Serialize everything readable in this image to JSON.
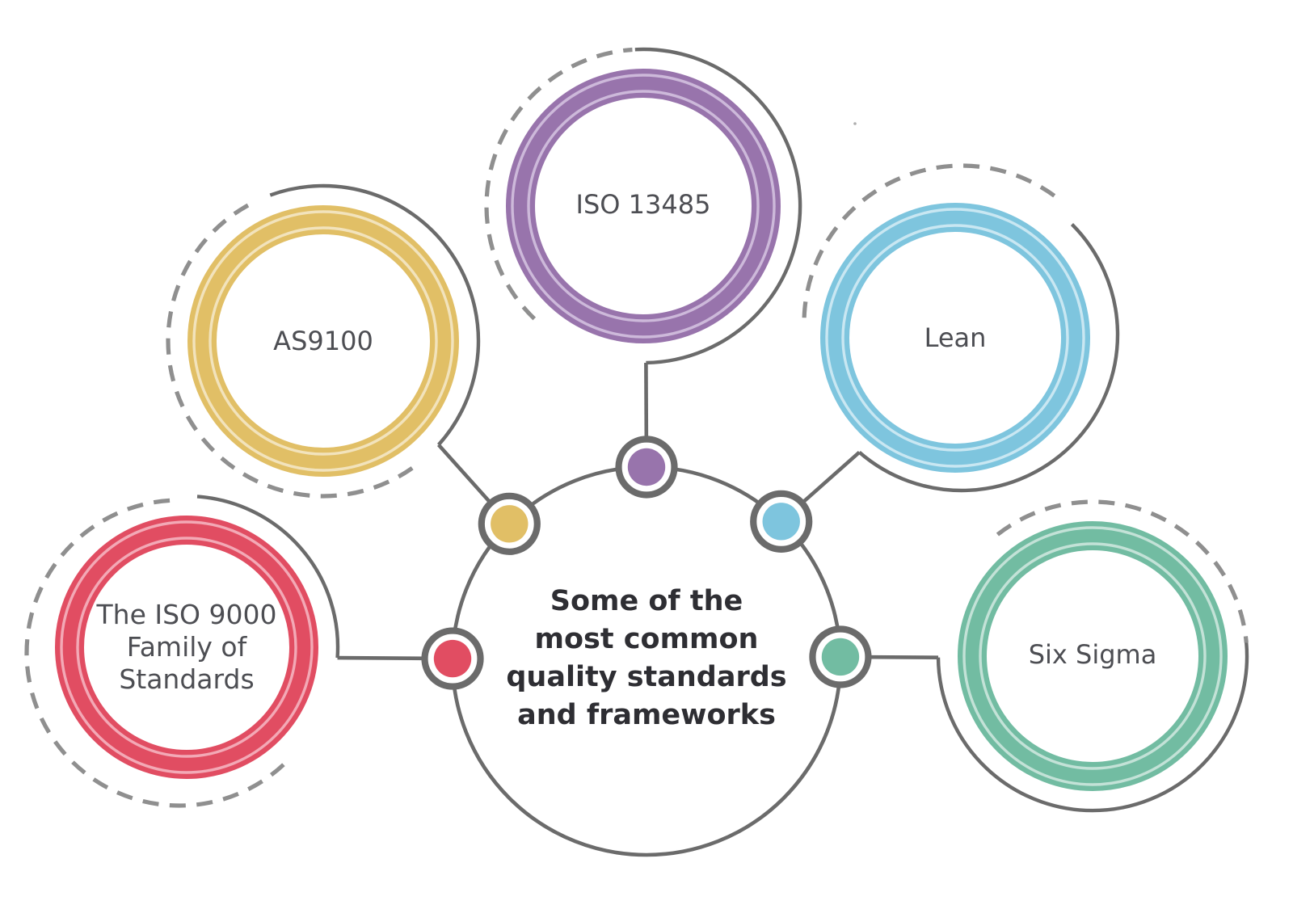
{
  "title": {
    "lines": [
      "Some of the",
      "most common",
      "quality standards",
      "and frameworks"
    ]
  },
  "nodes": [
    {
      "id": "iso9000",
      "label": "The ISO 9000 Family of Standards",
      "lines": [
        "The ISO 9000",
        "Family of",
        "Standards"
      ],
      "color": "#E14D62",
      "accent": "#F3A9B6"
    },
    {
      "id": "as9100",
      "label": "AS9100",
      "lines": [
        "AS9100"
      ],
      "color": "#E1BF66",
      "accent": "#F2E3BC"
    },
    {
      "id": "iso13485",
      "label": "ISO 13485",
      "lines": [
        "ISO 13485"
      ],
      "color": "#9874AC",
      "accent": "#CDB9DA"
    },
    {
      "id": "lean",
      "label": "Lean",
      "lines": [
        "Lean"
      ],
      "color": "#7EC5DE",
      "accent": "#C9E7F2"
    },
    {
      "id": "sixsigma",
      "label": "Six Sigma",
      "lines": [
        "Six Sigma"
      ],
      "color": "#72BCA2",
      "accent": "#C3E2D7"
    }
  ],
  "styles": {
    "line_gray": "#6B6B6B",
    "dash_gray": "#8F8F8F",
    "text_dark": "#2E2E33",
    "text_label": "#4D4E53",
    "background": "#FFFFFF"
  }
}
